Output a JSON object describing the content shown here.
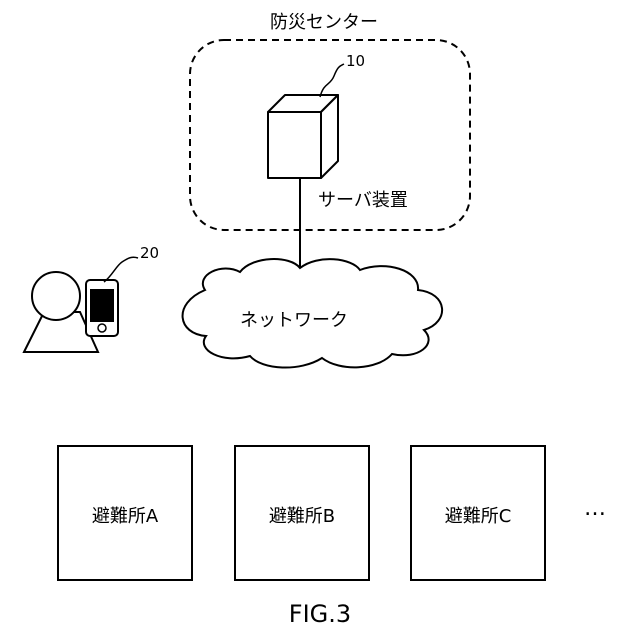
{
  "center_label": "防災センター",
  "server": {
    "ref": "10",
    "label": "サーバ装置"
  },
  "network_label": "ネットワーク",
  "user_ref": "20",
  "shelters": [
    "避難所A",
    "避難所B",
    "避難所C"
  ],
  "ellipsis": "…",
  "figure_caption": "FIG.3"
}
